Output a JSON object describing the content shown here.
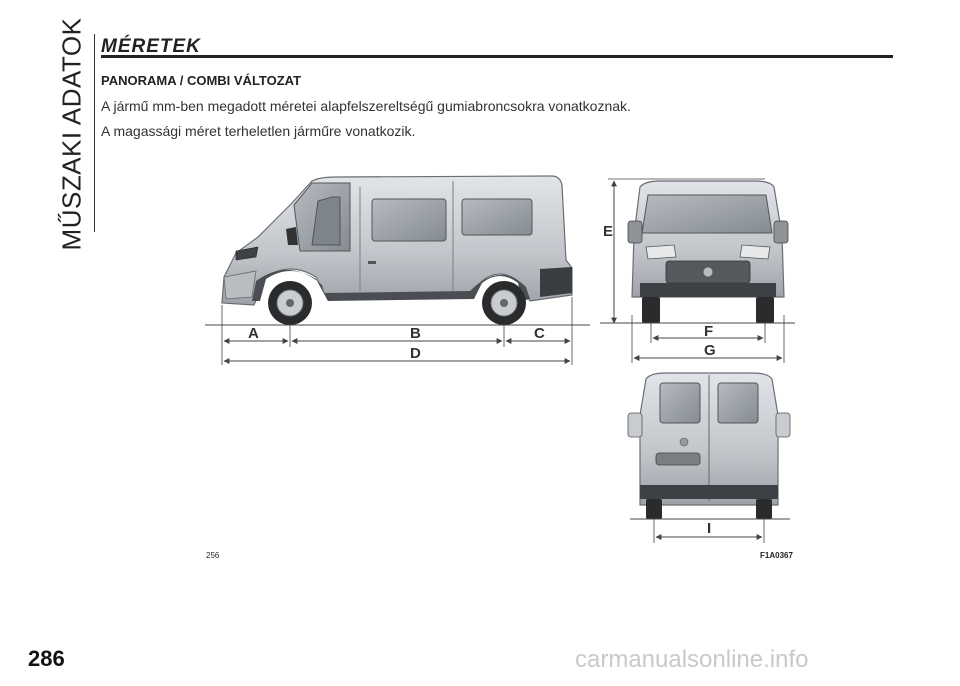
{
  "side_label": "MŰSZAKI ADATOK",
  "section_title": "MÉRETEK",
  "subtitle": "PANORAMA / COMBI VÁLTOZAT",
  "paragraphs": [
    "A jármű mm-ben megadott méretei alapfelszereltségű gumiabroncsokra vonatkoznak.",
    "A magassági méret terheletlen járműre vonatkozik."
  ],
  "figure": {
    "number": "256",
    "code": "F1A0367",
    "dimensions": {
      "A": "A",
      "B": "B",
      "C": "C",
      "D": "D",
      "E": "E",
      "F": "F",
      "G": "G",
      "I": "I"
    }
  },
  "page_number": "286",
  "watermark": "carmanualsonline.info",
  "colors": {
    "text": "#222222",
    "body_silver": "#bfc3c8",
    "glass": "#9aa0a6",
    "dark": "#3a3a3a"
  }
}
